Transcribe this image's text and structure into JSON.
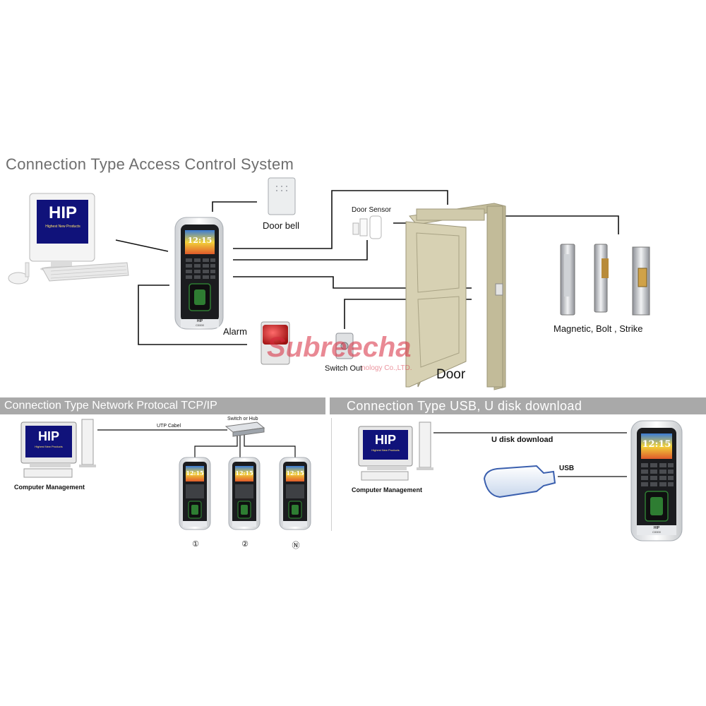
{
  "title": "Connection Type Access Control System",
  "monitor_brand": "HIP",
  "monitor_tagline": "Highest New Products",
  "device_brand": "HIP",
  "device_model": "C0000",
  "device_clock": "12:15",
  "labels": {
    "door_bell": "Door bell",
    "door_sensor": "Door Sensor",
    "alarm": "Alarm",
    "switch_out": "Switch Out",
    "door": "Door",
    "locks": "Magnetic, Bolt , Strike"
  },
  "watermark": {
    "main": "Subreecha",
    "sub": "nology Co.,LTD."
  },
  "section_tcp": {
    "band": "Connection Type Network Protocal TCP/IP",
    "utp": "UTP Cabel",
    "switch": "Switch or Hub",
    "computer": "Computer Management",
    "nodes": [
      "①",
      "②",
      "Ⓝ"
    ]
  },
  "section_usb": {
    "band": "Connection Type    USB, U disk download",
    "udisk": "U disk download",
    "usb": "USB",
    "computer": "Computer Management"
  },
  "colors": {
    "band": "#a9a9a9",
    "door": "#c9c3a4",
    "watermark": "#d7283c"
  }
}
